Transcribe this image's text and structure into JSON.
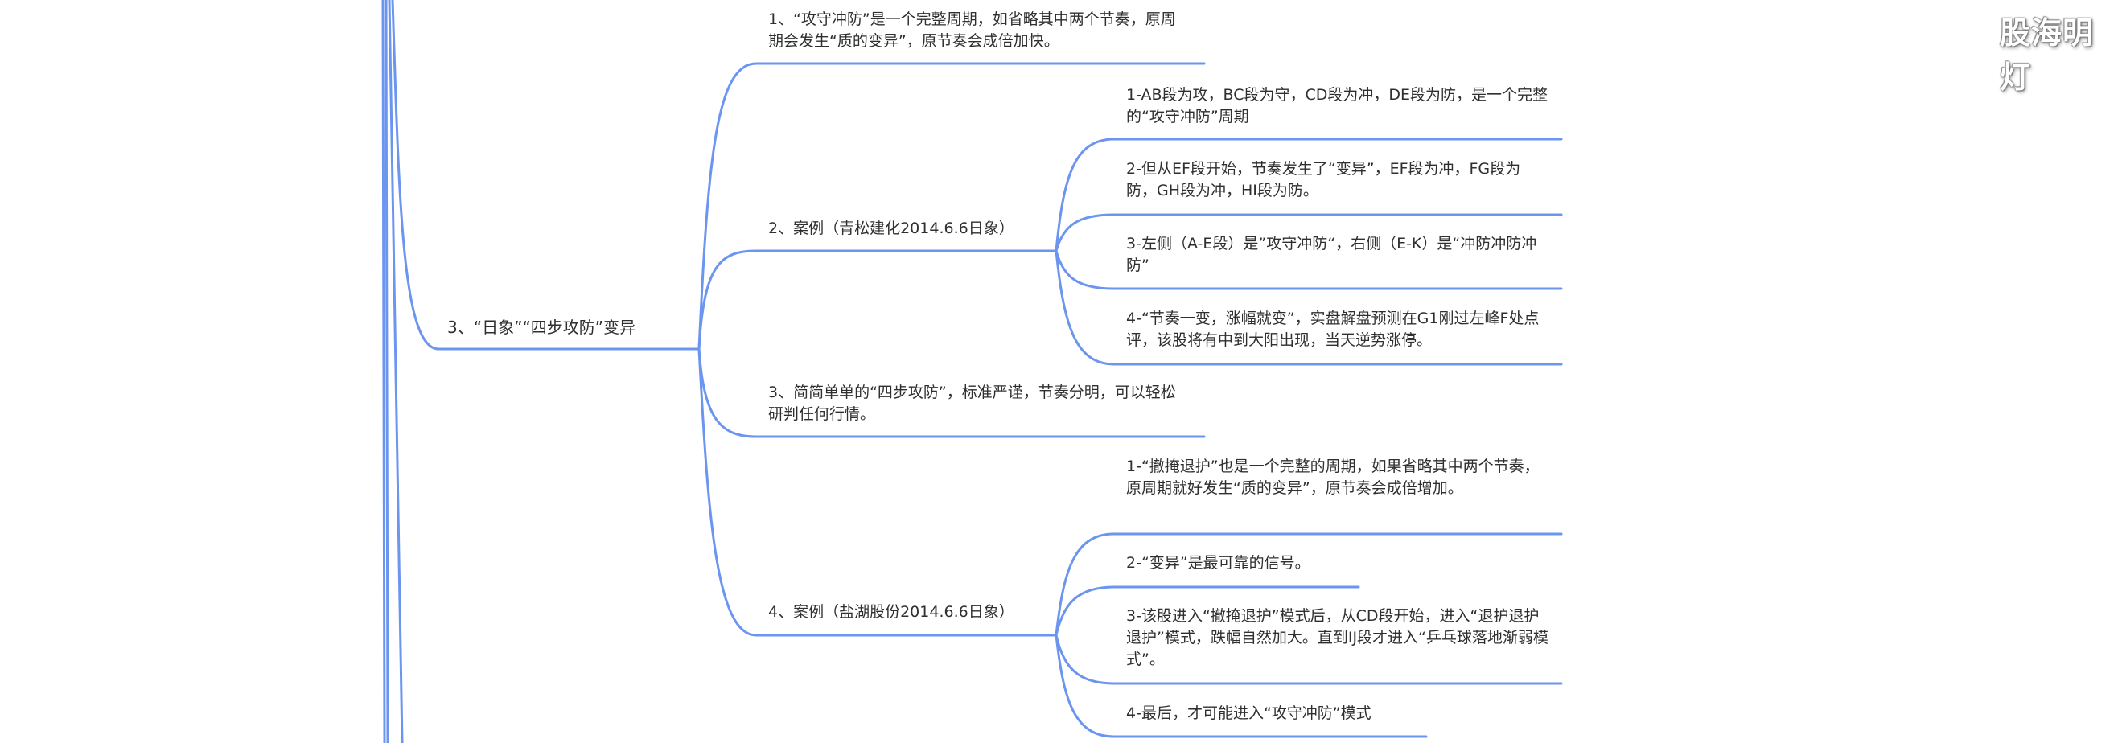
{
  "watermark": "股海明灯",
  "colors": {
    "branch_line": "#6c95f0",
    "text": "#2f2f2f",
    "background": "#ffffff"
  },
  "mindmap": {
    "root": {
      "label": "3、“日象”“四步攻防”变异"
    },
    "children": [
      {
        "label": "1、“攻守冲防”是一个完整周期，如省略其中两个节奏，原周期会发生“质的变异”，原节奏会成倍加快。"
      },
      {
        "label": "2、案例（青松建化2014.6.6日象）",
        "children": [
          {
            "label": "1-AB段为攻，BC段为守，CD段为冲，DE段为防，是一个完整的“攻守冲防”周期"
          },
          {
            "label": "2-但从EF段开始，节奏发生了“变异”，EF段为冲，FG段为防，GH段为冲，HI段为防。"
          },
          {
            "label": "3-左侧（A-E段）是”攻守冲防“，右侧（E-K）是“冲防冲防冲防”"
          },
          {
            "label": "4-“节奏一变，涨幅就变”，实盘解盘预测在G1刚过左峰F处点评，该股将有中到大阳出现，当天逆势涨停。"
          }
        ]
      },
      {
        "label": "3、简简单单的“四步攻防”，标准严谨，节奏分明，可以轻松研判任何行情。"
      },
      {
        "label": "4、案例（盐湖股份2014.6.6日象）",
        "children": [
          {
            "label": "1-“撤掩退护”也是一个完整的周期，如果省略其中两个节奏，原周期就好发生“质的变异”，原节奏会成倍增加。"
          },
          {
            "label": "2-“变异”是最可靠的信号。"
          },
          {
            "label": "3-该股进入“撤掩退护”模式后，从CD段开始，进入“退护退护退护”模式，跌幅自然加大。直到IJ段才进入“乒乓球落地渐弱模式”。"
          },
          {
            "label": "4-最后，才可能进入“攻守冲防”模式"
          }
        ]
      }
    ]
  }
}
